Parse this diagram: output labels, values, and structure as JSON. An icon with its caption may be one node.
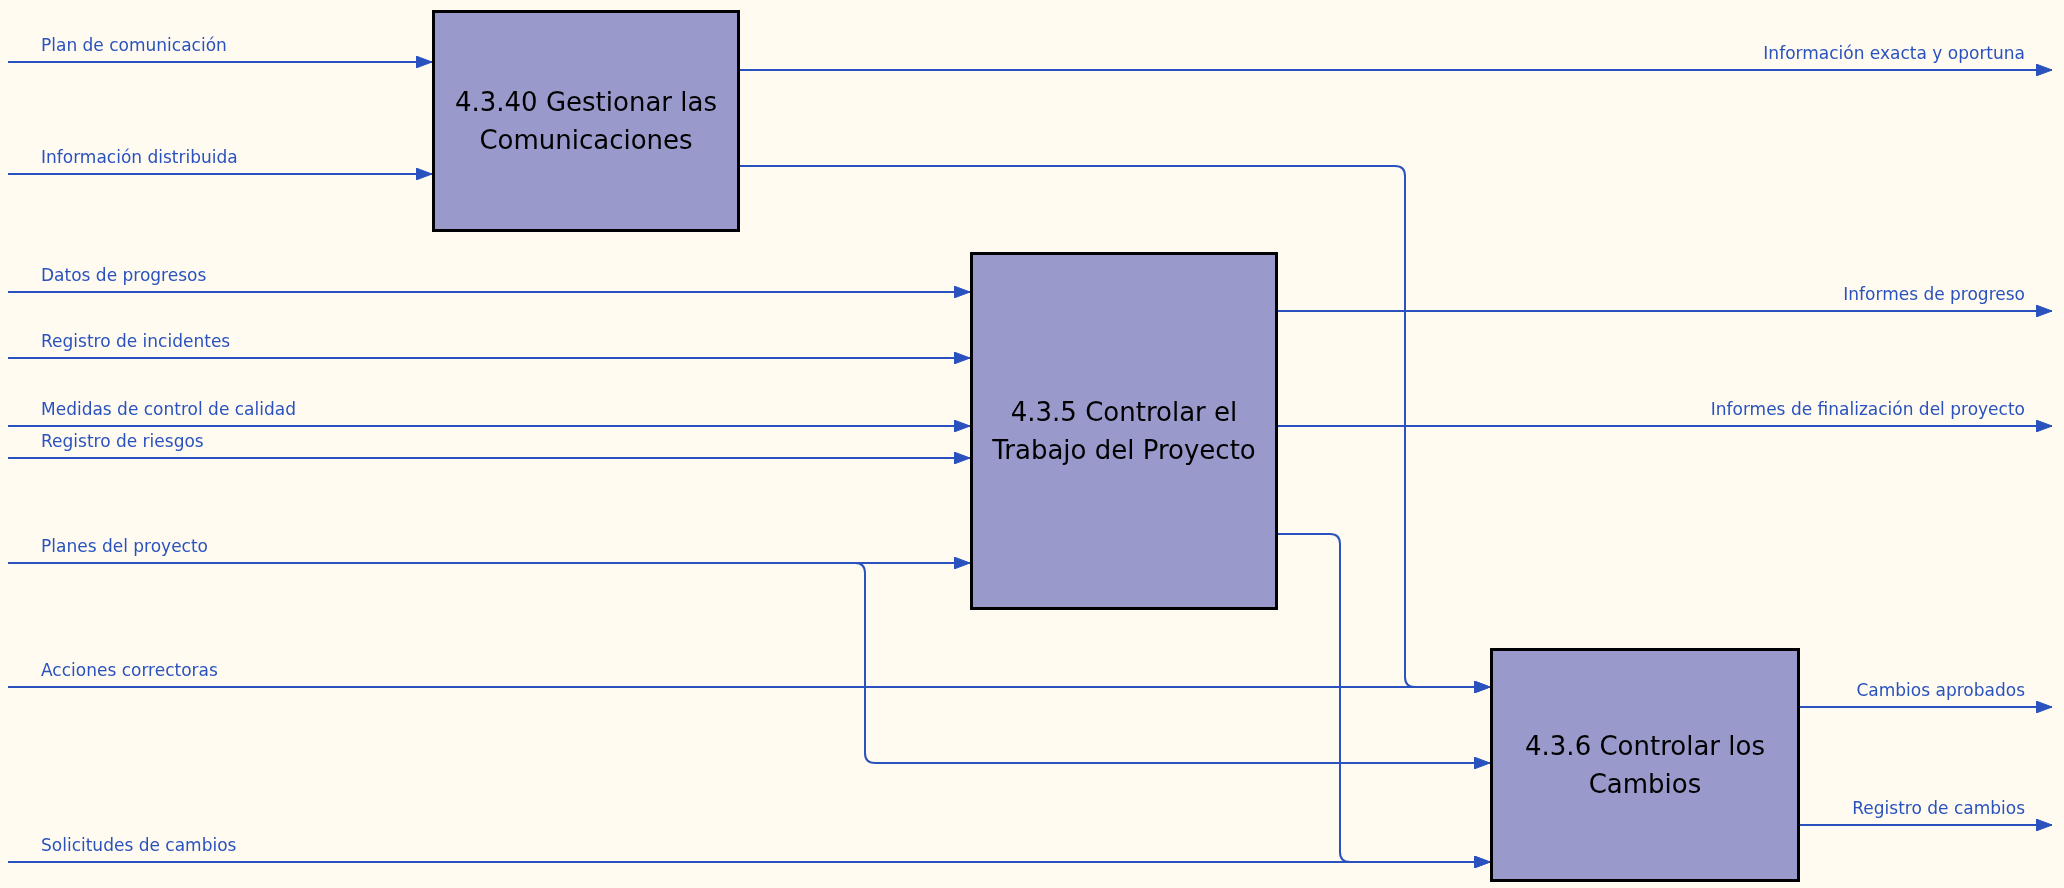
{
  "diagram": {
    "nodes": [
      {
        "text": [
          "4.3.40 Gestionar las Comunicaciones"
        ]
      },
      {
        "text": [
          "4.3.5 Controlar el Trabajo del Proyecto"
        ]
      },
      {
        "text": [
          "4.3.6 Controlar los Cambios"
        ]
      }
    ],
    "edges": [
      {
        "from": null,
        "to": 0,
        "arrow": "to",
        "label": "Plan de comunicación"
      },
      {
        "from": null,
        "to": 0,
        "arrow": "to",
        "label": "Información distribuida"
      },
      {
        "from": null,
        "to": 1,
        "arrow": "to",
        "label": "Datos de progresos"
      },
      {
        "from": null,
        "to": 1,
        "arrow": "to",
        "label": "Registro de incidentes"
      },
      {
        "from": null,
        "to": 1,
        "arrow": "to",
        "label": "Medidas de control de calidad"
      },
      {
        "from": null,
        "to": 1,
        "arrow": "to",
        "label": "Registro de riesgos"
      },
      {
        "from": null,
        "to": 1,
        "arrow": "to",
        "label": "Planes del proyecto"
      },
      {
        "from": null,
        "to": 2,
        "arrow": "to"
      },
      {
        "from": null,
        "to": 2,
        "arrow": "to",
        "label": "Acciones correctoras"
      },
      {
        "from": null,
        "to": 2,
        "arrow": "to",
        "label": "Solicitudes de cambios"
      },
      {
        "from": 0,
        "to": null,
        "arrow": "to",
        "label": "Información exacta y oportuna"
      },
      {
        "from": 0,
        "to": 2,
        "arrow": "to"
      },
      {
        "from": 1,
        "to": null,
        "arrow": "to",
        "label": "Informes de progreso"
      },
      {
        "from": 1,
        "to": null,
        "arrow": "to",
        "label": "Informes de finalización del proyecto"
      },
      {
        "from": 1,
        "to": 2,
        "arrow": "to"
      },
      {
        "from": 2,
        "to": null,
        "arrow": "to",
        "label": "Cambios aprobados"
      },
      {
        "from": 2,
        "to": null,
        "arrow": "to",
        "label": "Registro de cambios"
      }
    ]
  }
}
